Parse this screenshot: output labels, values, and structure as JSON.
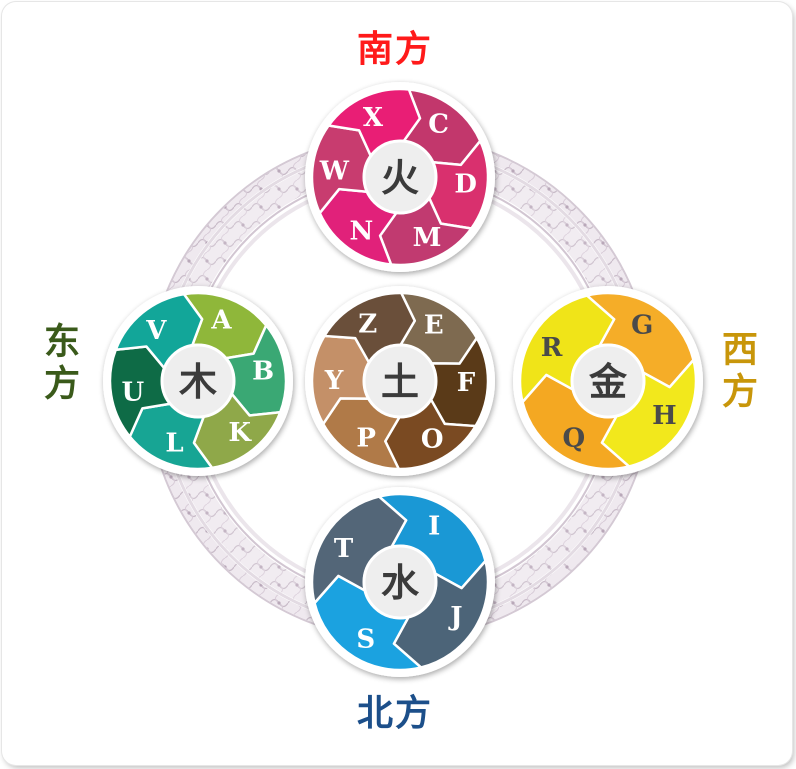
{
  "directions": {
    "south": {
      "text": "南方",
      "color": "#ff1a1a"
    },
    "east": {
      "text": "东方",
      "color": "#3a5a1a"
    },
    "west": {
      "text": "西方",
      "color": "#c8960a"
    },
    "north": {
      "text": "北方",
      "color": "#1c4f8a"
    }
  },
  "elements": [
    {
      "key": "fire",
      "center": "火",
      "letters": [
        "C",
        "D",
        "M",
        "N",
        "W",
        "X"
      ],
      "colors": [
        "#c2376c",
        "#d9306e",
        "#c13a70",
        "#e1217a",
        "#c83c6f",
        "#e91e75"
      ]
    },
    {
      "key": "wood",
      "center": "木",
      "letters": [
        "A",
        "B",
        "K",
        "L",
        "U",
        "V"
      ],
      "colors": [
        "#8fb73a",
        "#3aa874",
        "#8fa849",
        "#17a594",
        "#0e6b46",
        "#12a699"
      ]
    },
    {
      "key": "earth",
      "center": "土",
      "letters": [
        "E",
        "F",
        "O",
        "P",
        "Y",
        "Z"
      ],
      "colors": [
        "#7e6a50",
        "#5a3a18",
        "#7a4a22",
        "#b07a48",
        "#c49068",
        "#6a4f3a"
      ]
    },
    {
      "key": "metal",
      "center": "金",
      "letters": [
        "G",
        "H",
        "Q",
        "R"
      ],
      "colors": [
        "#f5ad28",
        "#f2e81c",
        "#f4a822",
        "#f0e418"
      ]
    },
    {
      "key": "water",
      "center": "水",
      "letters": [
        "I",
        "J",
        "S",
        "T"
      ],
      "colors": [
        "#1a98d5",
        "#4c6478",
        "#1ba2e0",
        "#536678"
      ]
    }
  ]
}
